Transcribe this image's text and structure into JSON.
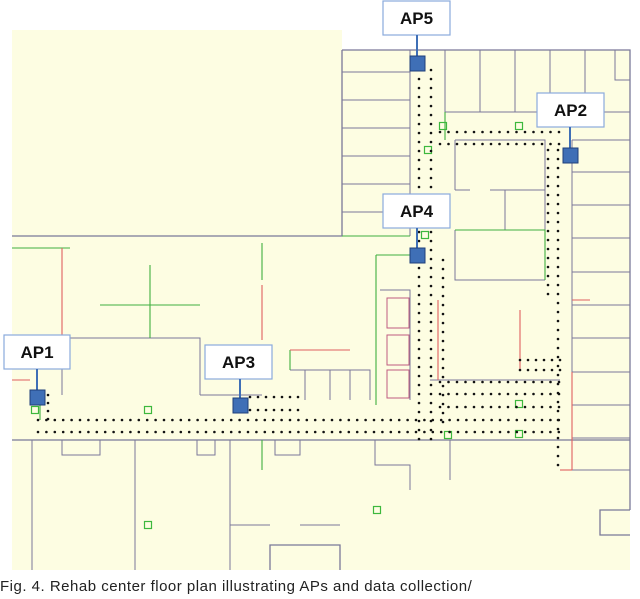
{
  "figure": {
    "caption": "Fig. 4. Rehab center floor plan illustrating APs and data collection/",
    "colors": {
      "background": "#fdfde2",
      "wall": "#7a7899",
      "green_wall": "#40b040",
      "red_wall": "#e06060",
      "ap_marker": "#3f6fb6",
      "ap_border": "#8aaadd",
      "sample_point": "#111111",
      "green_square": "#3db83d"
    },
    "access_points": [
      {
        "id": "ap1",
        "label": "AP1"
      },
      {
        "id": "ap2",
        "label": "AP2"
      },
      {
        "id": "ap3",
        "label": "AP3"
      },
      {
        "id": "ap4",
        "label": "AP4"
      },
      {
        "id": "ap5",
        "label": "AP5"
      }
    ]
  }
}
